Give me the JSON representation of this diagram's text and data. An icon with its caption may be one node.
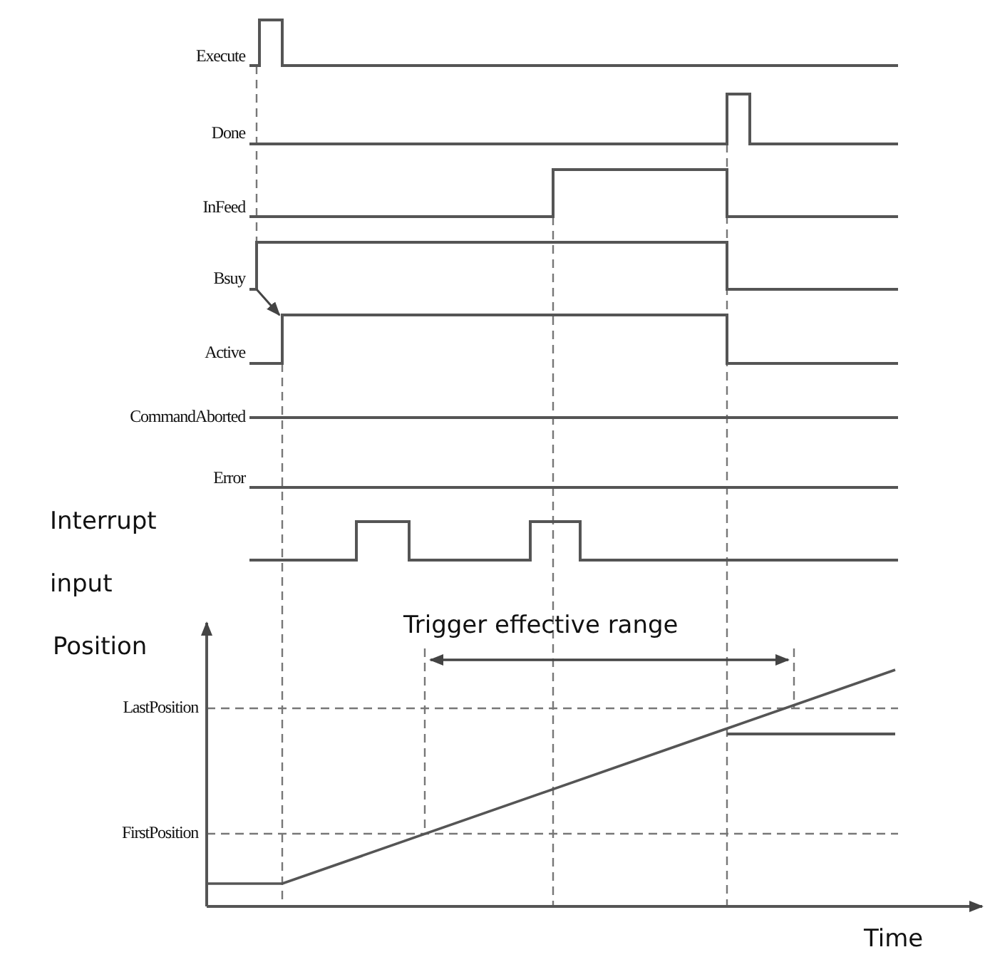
{
  "diagram": {
    "labels": [
      "Execute",
      "Done",
      "InFeed",
      "Bsuy",
      "Active",
      "CommandAborted",
      "Error",
      "Interrupt input",
      "Position",
      "Trigger effective range",
      "LastPosition",
      "FirstPosition",
      "Time"
    ]
  }
}
